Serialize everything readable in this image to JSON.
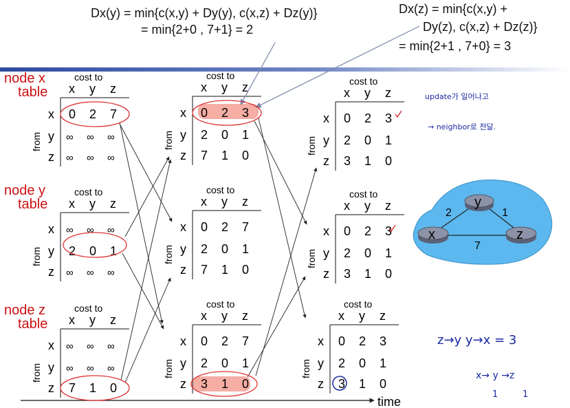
{
  "equations": {
    "dxy_line1": "Dx(y) = min{c(x,y) + Dy(y), c(x,z) + Dz(y)}",
    "dxy_line2": "= min{2+0 , 7+1} = 2",
    "dxz_line1": "Dx(z) = min{c(x,y) +",
    "dxz_line2": "Dy(z), c(x,z) + Dz(z)}",
    "dxz_line3": "= min{2+1 , 7+0} = 3"
  },
  "labels": {
    "node_x": "node x",
    "node_y": "node y",
    "node_z": "node z",
    "table": "table",
    "cost_to": "cost to",
    "from": "from",
    "time": "time",
    "x": "x",
    "y": "y",
    "z": "z"
  },
  "tables": [
    {
      "id": "x-t0",
      "rows": [
        [
          "0",
          "2",
          "7"
        ],
        [
          "∞",
          "∞",
          "∞"
        ],
        [
          "∞",
          "∞",
          "∞"
        ]
      ]
    },
    {
      "id": "y-t0",
      "rows": [
        [
          "∞",
          "∞",
          "∞"
        ],
        [
          "2",
          "0",
          "1"
        ],
        [
          "∞",
          "∞",
          "∞"
        ]
      ]
    },
    {
      "id": "z-t0",
      "rows": [
        [
          "∞",
          "∞",
          "∞"
        ],
        [
          "∞",
          "∞",
          "∞"
        ],
        [
          "7",
          "1",
          "0"
        ]
      ]
    },
    {
      "id": "x-t1",
      "rows": [
        [
          "0",
          "2",
          "3"
        ],
        [
          "2",
          "0",
          "1"
        ],
        [
          "7",
          "1",
          "0"
        ]
      ]
    },
    {
      "id": "y-t1",
      "rows": [
        [
          "0",
          "2",
          "7"
        ],
        [
          "2",
          "0",
          "1"
        ],
        [
          "7",
          "1",
          "0"
        ]
      ]
    },
    {
      "id": "z-t1",
      "rows": [
        [
          "0",
          "2",
          "7"
        ],
        [
          "2",
          "0",
          "1"
        ],
        [
          "3",
          "1",
          "0"
        ]
      ]
    },
    {
      "id": "x-t2",
      "rows": [
        [
          "0",
          "2",
          "3"
        ],
        [
          "2",
          "0",
          "1"
        ],
        [
          "3",
          "1",
          "0"
        ]
      ]
    },
    {
      "id": "y-t2",
      "rows": [
        [
          "0",
          "2",
          "3"
        ],
        [
          "2",
          "0",
          "1"
        ],
        [
          "3",
          "1",
          "0"
        ]
      ]
    },
    {
      "id": "z-t2",
      "rows": [
        [
          "0",
          "2",
          "3"
        ],
        [
          "2",
          "0",
          "1"
        ],
        [
          "3",
          "1",
          "0"
        ]
      ]
    }
  ],
  "graph": {
    "nodes": [
      "x",
      "y",
      "z"
    ],
    "edges": [
      {
        "from": "x",
        "to": "y",
        "cost": "2"
      },
      {
        "from": "y",
        "to": "z",
        "cost": "1"
      },
      {
        "from": "x",
        "to": "z",
        "cost": "7"
      }
    ]
  },
  "handwriting": {
    "note1": "update가 일어나고",
    "note2": "→ neighbor로 전달.",
    "note3": "z→y   y→x = 3",
    "note4": "x→ y →z",
    "note5_a": "1",
    "note5_b": "1"
  },
  "colors": {
    "label_red": "#cc1111",
    "oval_red": "#dd3333",
    "highlight": "#f4a49a",
    "cloud": "#5cb8ee",
    "node_fill": "#8c93a8",
    "banner_blue": "#2c4aa0",
    "ink_blue": "#1a2aa0"
  }
}
